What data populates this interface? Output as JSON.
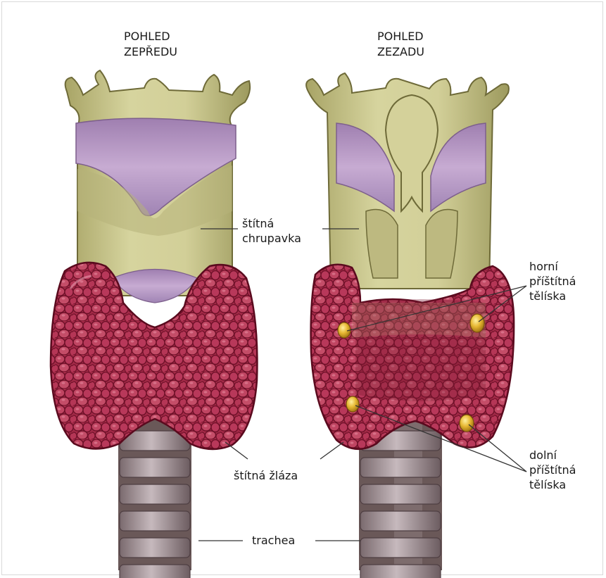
{
  "front_view": {
    "title_line1": "POHLED",
    "title_line2": "ZEPŘEDU"
  },
  "back_view": {
    "title_line1": "POHLED",
    "title_line2": "ZEZADU"
  },
  "labels": {
    "thyroid_cartilage_line1": "štítná",
    "thyroid_cartilage_line2": "chrupavka",
    "thyroid_gland": "štítná žláza",
    "trachea": "trachea",
    "upper_parathyroid_line1": "horní",
    "upper_parathyroid_line2": "příštítná",
    "upper_parathyroid_line3": "tělíska",
    "lower_parathyroid_line1": "dolní",
    "lower_parathyroid_line2": "příštítná",
    "lower_parathyroid_line3": "tělíska"
  },
  "colors": {
    "cartilage": "#c8c68c",
    "cartilage_dark": "#8e8a55",
    "ligament": "#b89ac4",
    "gland": "#b0304e",
    "gland_dark": "#6e1028",
    "gland_light": "#d8607a",
    "parathyroid": "#e0b030",
    "trachea_ring": "#a89aa0",
    "trachea_gap": "#6e5a5a",
    "leader_line": "#333333"
  }
}
